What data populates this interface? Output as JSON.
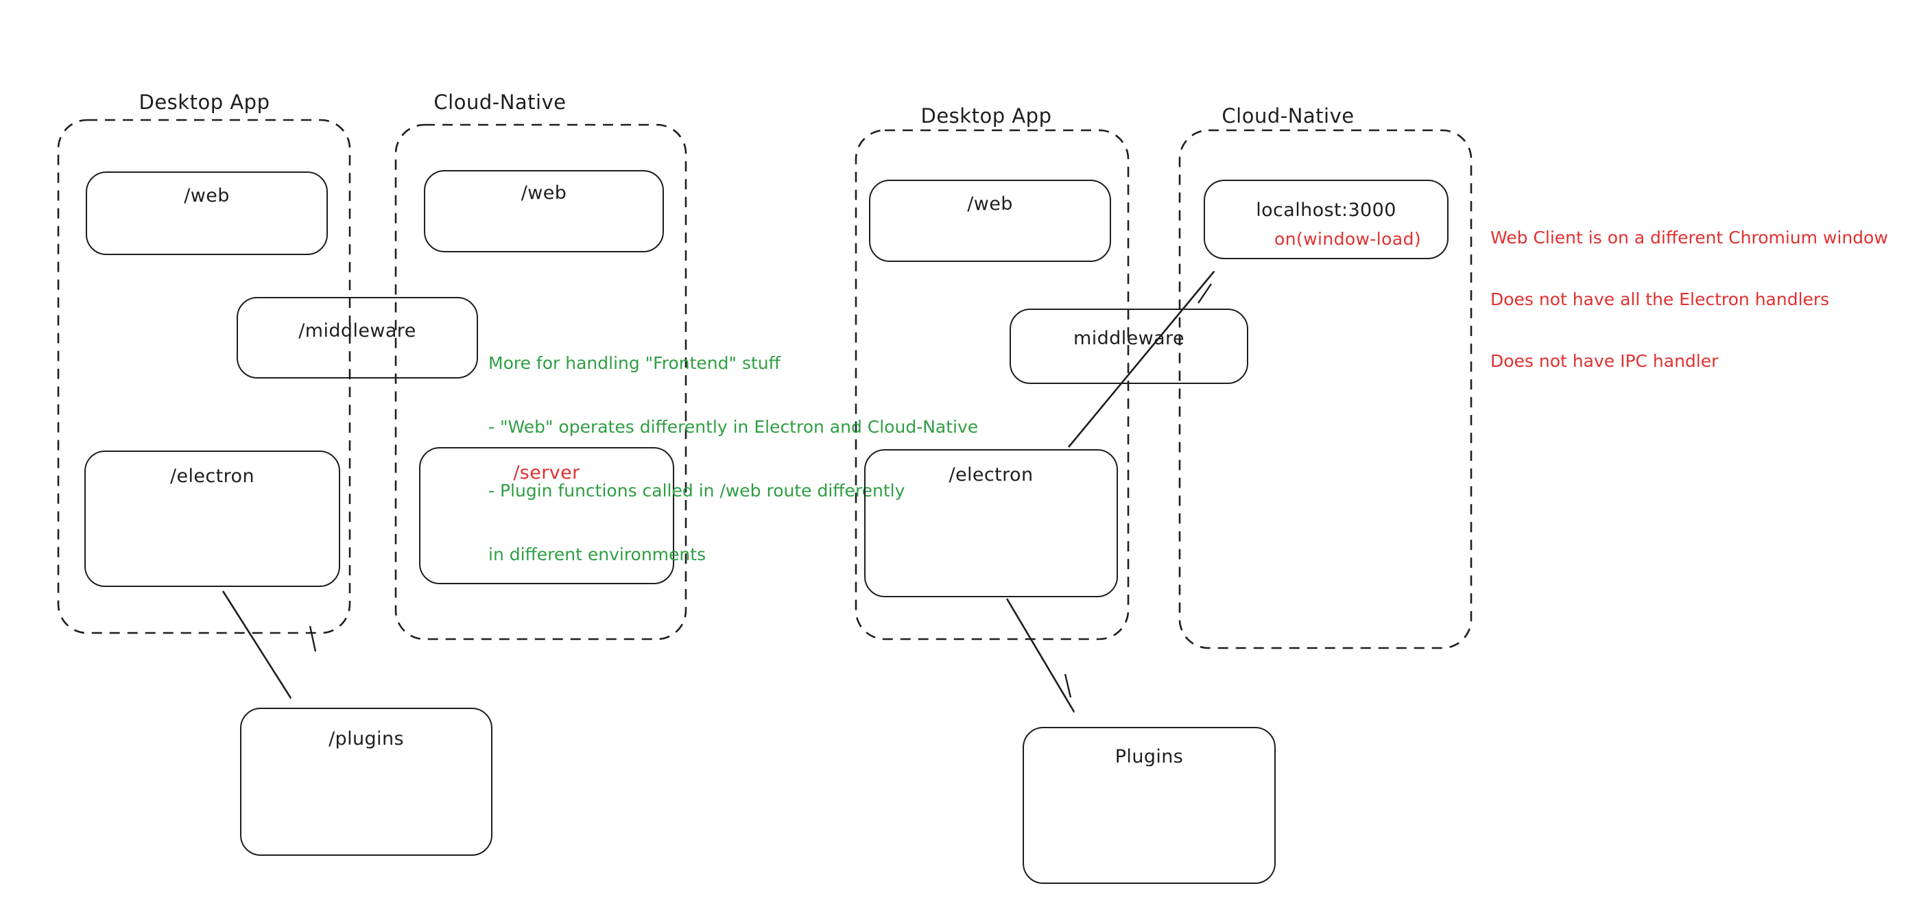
{
  "colors": {
    "ink": "#1e1e1e",
    "red": "#e03131",
    "green": "#2f9e44",
    "background": "#ffffff"
  },
  "left_diagram": {
    "desktop": {
      "title": "Desktop App",
      "web": "/web",
      "electron": "/electron"
    },
    "cloud": {
      "title": "Cloud-Native",
      "web": "/web",
      "server": "/server"
    },
    "middleware": "/middleware",
    "plugins": "/plugins",
    "green_note": [
      "More for handling \"Frontend\" stuff",
      "- \"Web\" operates differently in Electron and Cloud-Native",
      "- Plugin functions called in /web route differently",
      "in different environments"
    ]
  },
  "right_diagram": {
    "desktop": {
      "title": "Desktop App",
      "web": "/web",
      "electron": "/electron"
    },
    "cloud": {
      "title": "Cloud-Native",
      "localhost": "localhost:3000",
      "handler": "on(window-load)"
    },
    "middleware": "middleware",
    "plugins": "Plugins",
    "red_note": [
      "Web Client is on a different Chromium window",
      "Does not have all the Electron handlers",
      "Does not have IPC handler"
    ]
  }
}
